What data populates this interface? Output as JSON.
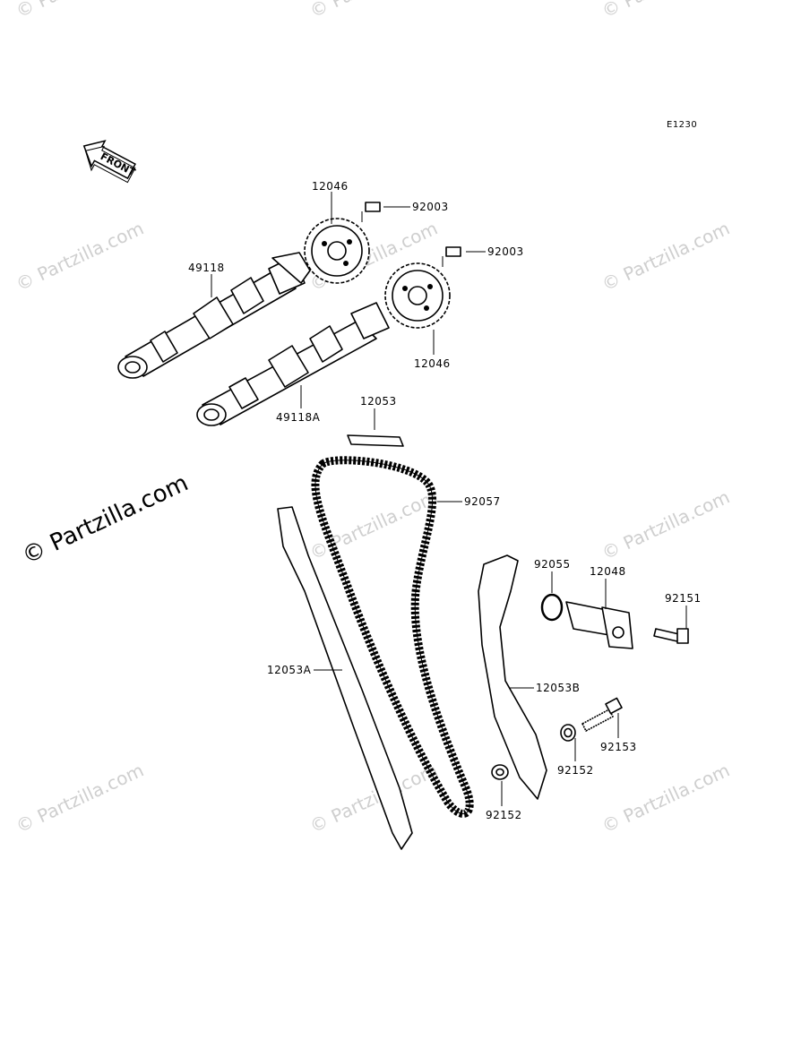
{
  "diagram_code": "E1230",
  "front_arrow_label": "FRONT",
  "watermark_text": "© Partzilla.com",
  "labels": {
    "p12046_top": "12046",
    "p92003_top": "92003",
    "p92003_right": "92003",
    "p49118": "49118",
    "p12046_bottom": "12046",
    "p49118A": "49118A",
    "p12053": "12053",
    "p92057": "92057",
    "p92055": "92055",
    "p12048": "12048",
    "p92151": "92151",
    "p12053A": "12053A",
    "p12053B": "12053B",
    "p92153": "92153",
    "p92152_mid": "92152",
    "p92152_bottom": "92152"
  }
}
